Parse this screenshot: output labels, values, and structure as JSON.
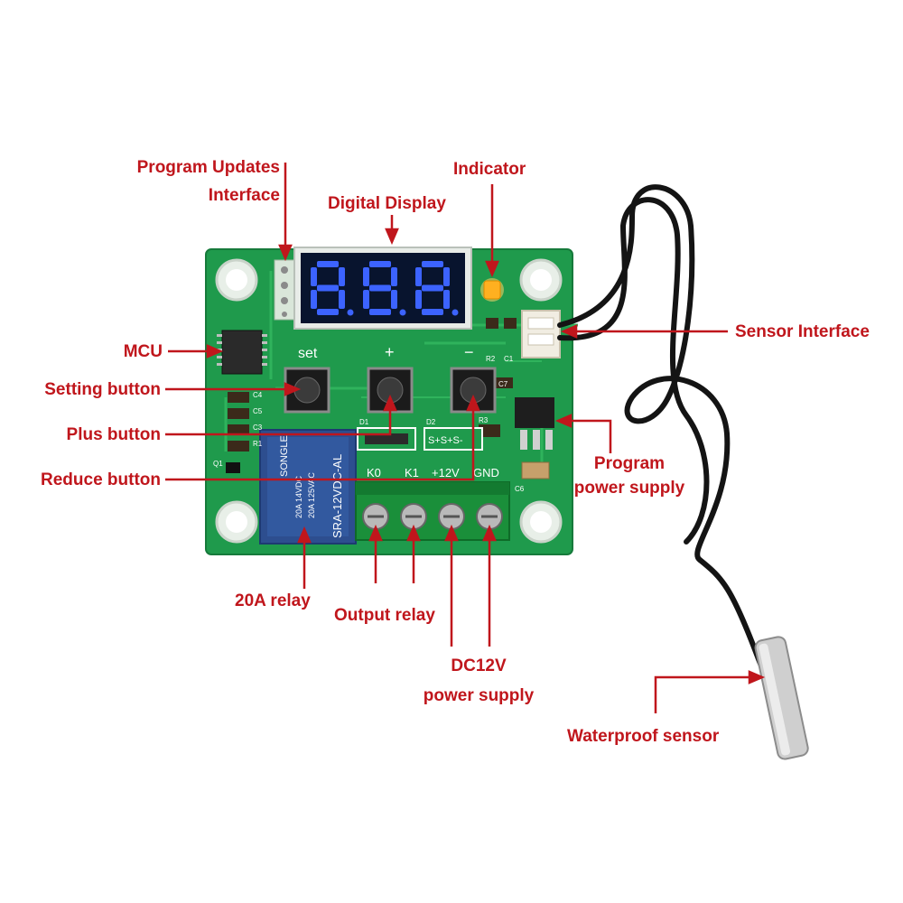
{
  "colors": {
    "callout_text": "#c0161c",
    "leader_line": "#c0161c",
    "pcb_green": "#1f9a4c",
    "display_blue": "#3c63ff",
    "terminal_green": "#1a8f3a",
    "relay_blue": "#2d4e8f",
    "led_amber": "#ffb020",
    "cable_black": "#141414"
  },
  "callouts": {
    "program_updates_line1": "Program Updates",
    "program_updates_line2": "Interface",
    "digital_display": "Digital Display",
    "indicator": "Indicator",
    "sensor_interface": "Sensor Interface",
    "mcu": "MCU",
    "setting_button": "Setting button",
    "plus_button": "Plus button",
    "reduce_button": "Reduce button",
    "program_power_line1": "Program",
    "program_power_line2": "power supply",
    "relay_20a": "20A relay",
    "output_relay": "Output relay",
    "dc12v_line1": "DC12V",
    "dc12v_line2": "power supply",
    "waterproof_sensor": "Waterproof sensor"
  },
  "board": {
    "button_labels": {
      "set": "set",
      "plus": "+",
      "minus": "−"
    },
    "terminal_labels": [
      "K0",
      "K1",
      "+12V",
      "GND"
    ],
    "relay_model": "SRA-12VDC-AL",
    "relay_rating_1": "20A 14VDC",
    "relay_rating_2": "20A 125VAC",
    "relay_brand": "SONGLE",
    "silkscreen": {
      "c4": "C4",
      "c5": "C5",
      "c3": "C3",
      "r1": "R1",
      "q1": "Q1",
      "d1": "D1",
      "d2": "D2",
      "r2": "R2",
      "c1": "C1",
      "r3": "R3",
      "c7": "C7",
      "c6": "C6",
      "s_pins": "S+S+S-"
    }
  }
}
